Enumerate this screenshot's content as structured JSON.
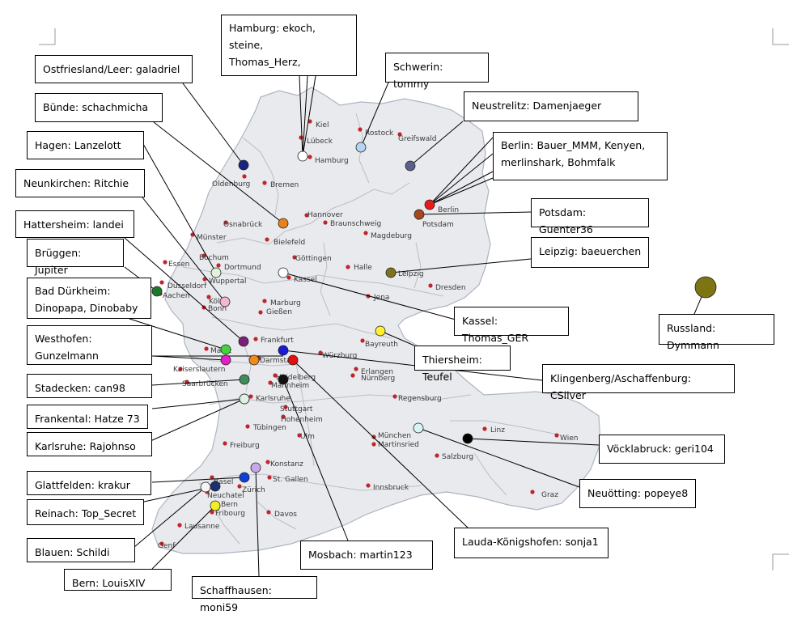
{
  "map": {
    "colors": {
      "land": "#e9eaed",
      "border": "#b9bec8",
      "water": "#ffffff",
      "city_dot": "#c0252b"
    },
    "cities": [
      "Kiel",
      "Lübeck",
      "Rostock",
      "Greifswald",
      "Hamburg",
      "Oldenburg",
      "Bremen",
      "Berlin",
      "Potsdam",
      "Hannover",
      "Braunschweig",
      "Osnabrück",
      "Bielefeld",
      "Magdeburg",
      "Münster",
      "Bochum",
      "Dortmund",
      "Essen",
      "Wuppertal",
      "Düsseldorf",
      "Aachen",
      "Köln",
      "Bonn",
      "Göttingen",
      "Kassel",
      "Halle",
      "Leipzig",
      "Dresden",
      "Jena",
      "Marburg",
      "Gießen",
      "Frankfurt",
      "Mainz",
      "Darmstadt",
      "Kaiserslautern",
      "Saarbrücken",
      "Bayreuth",
      "Würzburg",
      "Erlangen",
      "Nürnberg",
      "Heidelberg",
      "Mannheim",
      "Regensburg",
      "Karlsruhe",
      "Stuttgart",
      "Hohenheim",
      "Tübingen",
      "Ulm",
      "Freiburg",
      "Konstanz",
      "München",
      "Martinsried",
      "Linz",
      "Wien",
      "Salzburg",
      "Basel",
      "Zürich",
      "St. Gallen",
      "Neuchatel",
      "Bern",
      "Fribourg",
      "Innsbruck",
      "Graz",
      "Davos",
      "Lausanne",
      "Genf"
    ],
    "members": [
      {
        "id": "hamburg",
        "text": "Hamburg: ekoch, steine,\nThomas_Herz,",
        "color": "#ffffff"
      },
      {
        "id": "ostfriesland",
        "text": "Ostfriesland/Leer:  galadriel",
        "color": "#1a237e"
      },
      {
        "id": "schwerin",
        "text": "Schwerin: tommy",
        "color": "#b7d3f2"
      },
      {
        "id": "buende",
        "text": "Bünde:  schachmicha",
        "color": "#e8801e"
      },
      {
        "id": "neustrelitz",
        "text": "Neustrelitz: Damenjaeger",
        "color": "#5a5f8c"
      },
      {
        "id": "hagen",
        "text": "Hagen: Lanzelott",
        "color": "#e2f1d8"
      },
      {
        "id": "berlin",
        "text": "Berlin:  Bauer_MMM, Kenyen,\nmerlinshark, Bohmfalk",
        "color": "#e61b1b"
      },
      {
        "id": "neunkirchen",
        "text": "Neunkirchen: Ritchie",
        "color": "#f4b6d2"
      },
      {
        "id": "potsdam",
        "text": "Potsdam: Guenter36",
        "color": "#a8471e"
      },
      {
        "id": "hattersheim",
        "text": "Hattersheim: landei",
        "color": "#7b1f7b"
      },
      {
        "id": "brueggen",
        "text": "Brüggen: Jupiter",
        "color": "#1a7a2a"
      },
      {
        "id": "leipzig",
        "text": "Leipzig: baeuerchen",
        "color": "#7e7318"
      },
      {
        "id": "durkheim",
        "text": "Bad Dürkheim:\nDinopapa, Dinobaby",
        "color": "#44d33a"
      },
      {
        "id": "russland",
        "text": "Russland: Dymmann",
        "color": "#7d7414"
      },
      {
        "id": "kassel",
        "text": "Kassel: Thomas_GER",
        "color": "#ffffff"
      },
      {
        "id": "westhofen",
        "text": "Westhofen:\nGunzelmann",
        "color": "#e41ec8"
      },
      {
        "id": "thiersheim",
        "text": "Thiersheim: Teufel",
        "color": "#fff130"
      },
      {
        "id": "stadecken",
        "text": "Stadecken: can98",
        "color": "#3d8c5a"
      },
      {
        "id": "klingenberg",
        "text": "Klingenberg/Aschaffenburg: CSilver",
        "color": "#1a1ad6"
      },
      {
        "id": "frankental",
        "text": "Frankental: Hatze 73",
        "color": "#dcf2d6"
      },
      {
        "id": "karlsruhe",
        "text": "Karlsruhe: Rajohnso",
        "color": "#dff1e4"
      },
      {
        "id": "voecklabruck",
        "text": "Vöcklabruck: geri104",
        "color": "#000000"
      },
      {
        "id": "glattfelden",
        "text": "Glattfelden: krakur",
        "color": "#0f3fd6"
      },
      {
        "id": "neuoetting",
        "text": "Neuötting: popeye8",
        "color": "#d8f4f4"
      },
      {
        "id": "reinach",
        "text": "Reinach: Top_Secret",
        "color": "#1d2f74"
      },
      {
        "id": "blauen",
        "text": "Blauen: Schildi",
        "color": "#f5f5f5"
      },
      {
        "id": "lauda",
        "text": "Lauda-Königshofen: sonja1",
        "color": "#e31010"
      },
      {
        "id": "mosbach",
        "text": "Mosbach: martin123",
        "color": "#111111"
      },
      {
        "id": "bern",
        "text": "Bern: LouisXIV",
        "color": "#f1ef21"
      },
      {
        "id": "schaffhausen",
        "text": "Schaffhausen: moni59",
        "color": "#c8a8e6"
      },
      {
        "id": "darmstadt_orange",
        "text": "",
        "color": "#f08a1e"
      }
    ]
  }
}
